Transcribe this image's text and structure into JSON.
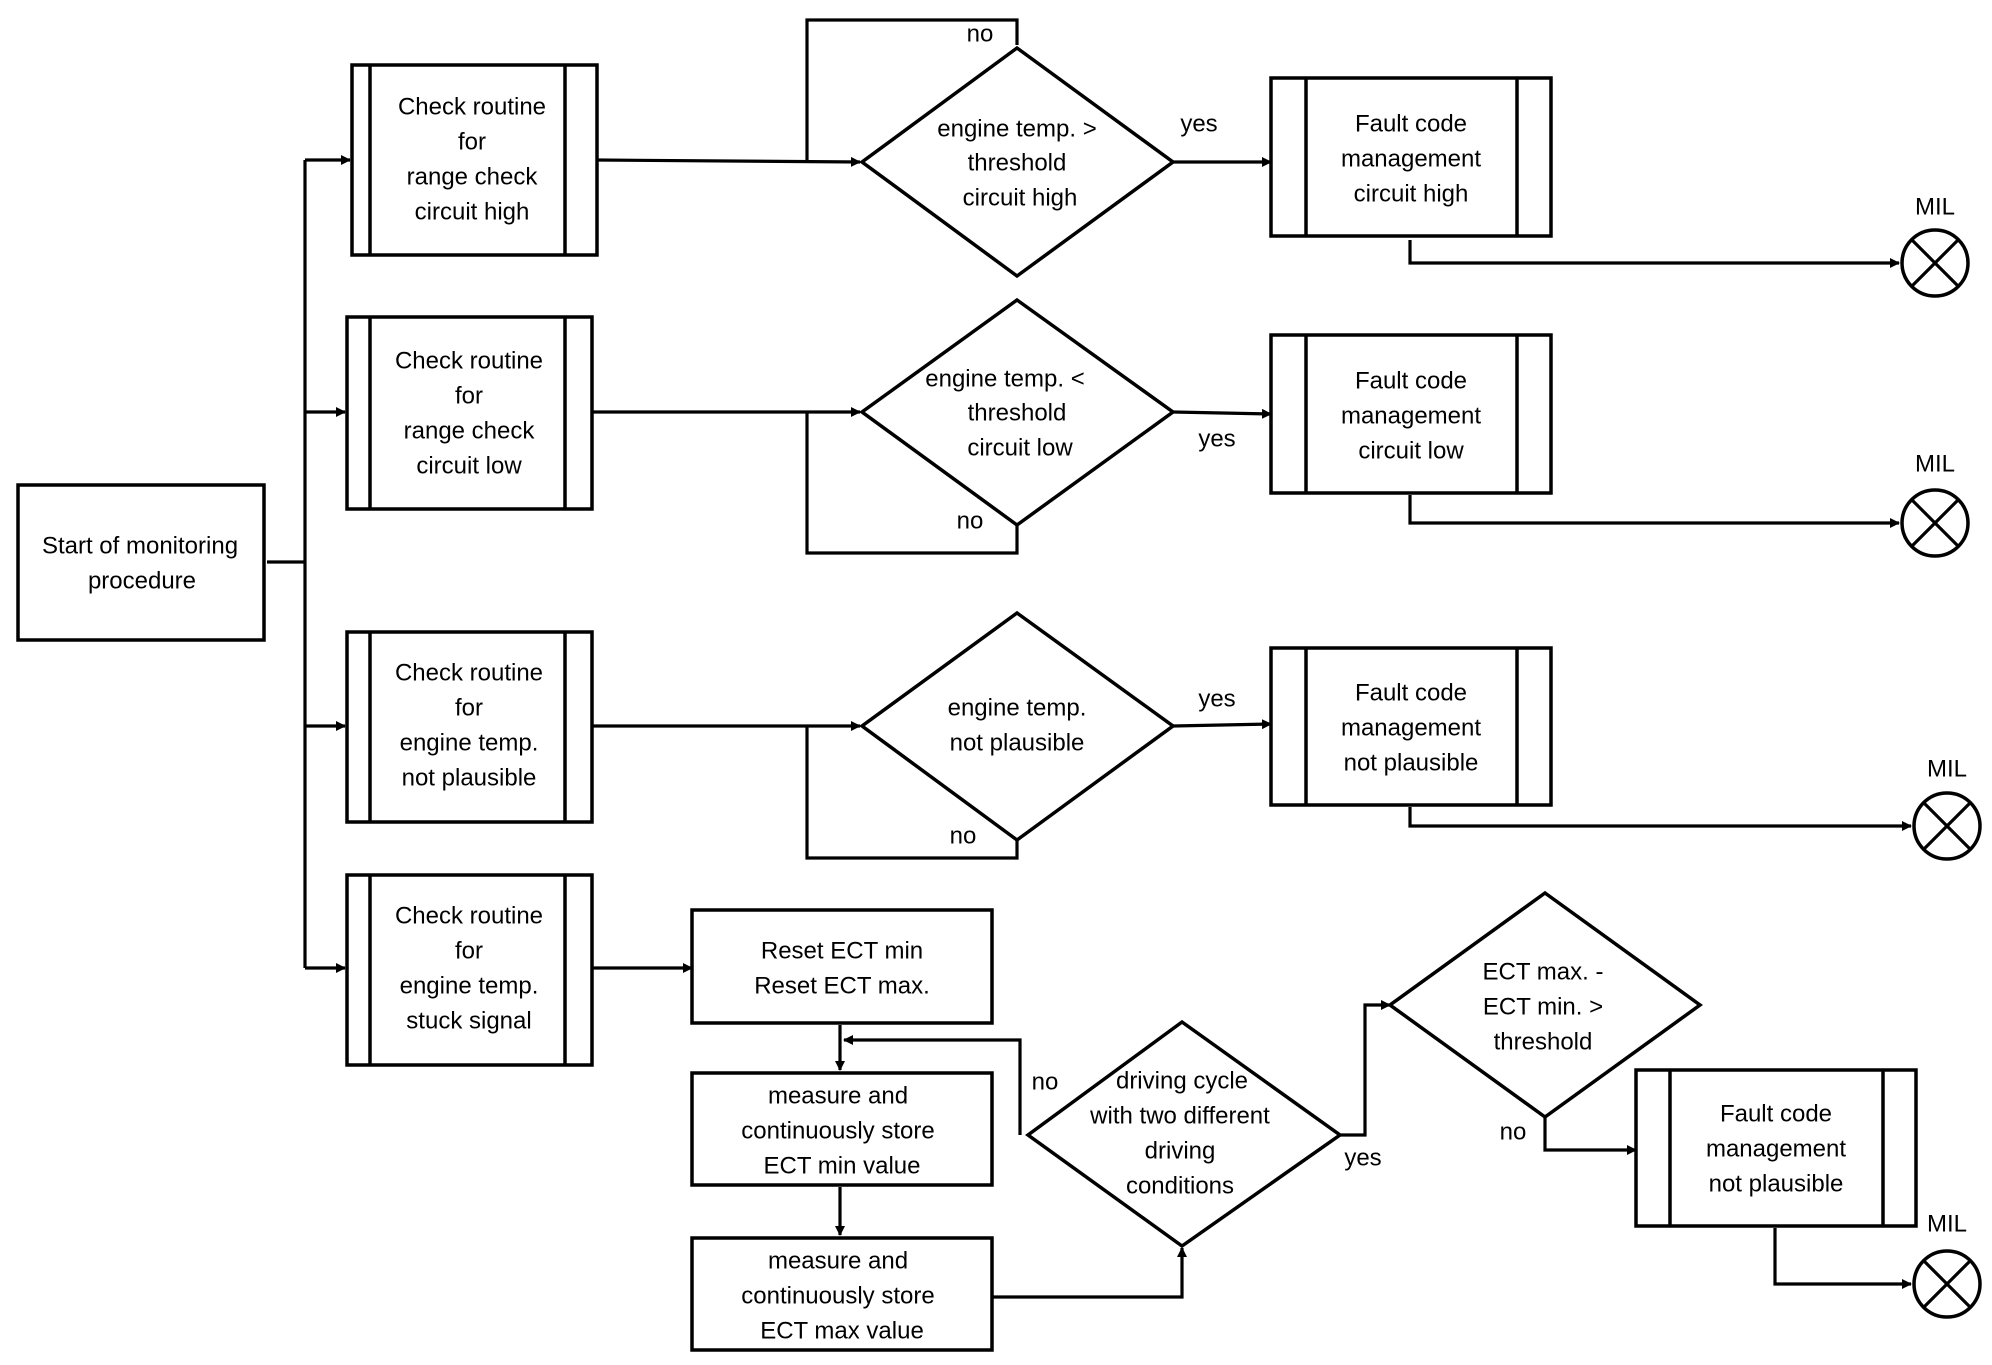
{
  "start": {
    "lines": [
      "Start of monitoring",
      "procedure"
    ]
  },
  "routines": [
    {
      "lines": [
        "Check routine",
        "for",
        "range check",
        "circuit high"
      ]
    },
    {
      "lines": [
        "Check routine",
        "for",
        "range check",
        "circuit low"
      ]
    },
    {
      "lines": [
        "Check routine",
        "for",
        "engine temp.",
        "not plausible"
      ]
    },
    {
      "lines": [
        "Check routine",
        "for",
        "engine temp.",
        "stuck signal"
      ]
    }
  ],
  "decisions": [
    {
      "lines": [
        "engine temp. >",
        "threshold",
        "circuit high"
      ]
    },
    {
      "lines": [
        "engine temp. <",
        "threshold",
        "circuit low"
      ]
    },
    {
      "lines": [
        "engine temp.",
        "not plausible"
      ]
    },
    {
      "lines": [
        "driving cycle",
        "with two different",
        "driving",
        "conditions"
      ]
    },
    {
      "lines": [
        "ECT max. -",
        "ECT min. >",
        "threshold"
      ]
    }
  ],
  "fault_code_boxes": [
    {
      "lines": [
        "Fault code",
        "management",
        "circuit high"
      ]
    },
    {
      "lines": [
        "Fault code",
        "management",
        "circuit low"
      ]
    },
    {
      "lines": [
        "Fault code",
        "management",
        "not plausible"
      ]
    },
    {
      "lines": [
        "Fault code",
        "management",
        "not plausible"
      ]
    }
  ],
  "process_boxes": [
    {
      "lines": [
        "Reset ECT min",
        "Reset ECT max."
      ]
    },
    {
      "lines": [
        "measure and",
        "continuously store",
        "ECT min value"
      ]
    },
    {
      "lines": [
        "measure and",
        "continuously store",
        "ECT max value"
      ]
    }
  ],
  "branch_labels": {
    "d1_no": "no",
    "d1_yes": "yes",
    "d2_yes": "yes",
    "d2_no": "no",
    "d3_yes": "yes",
    "d3_no": "no",
    "d4_no": "no",
    "d4_yes": "yes",
    "d5_no": "no"
  },
  "lamps": [
    {
      "label": "MIL",
      "icon": "mil-lamp-icon"
    },
    {
      "label": "MIL",
      "icon": "mil-lamp-icon"
    },
    {
      "label": "MIL",
      "icon": "mil-lamp-icon"
    },
    {
      "label": "MIL",
      "icon": "mil-lamp-icon"
    }
  ]
}
